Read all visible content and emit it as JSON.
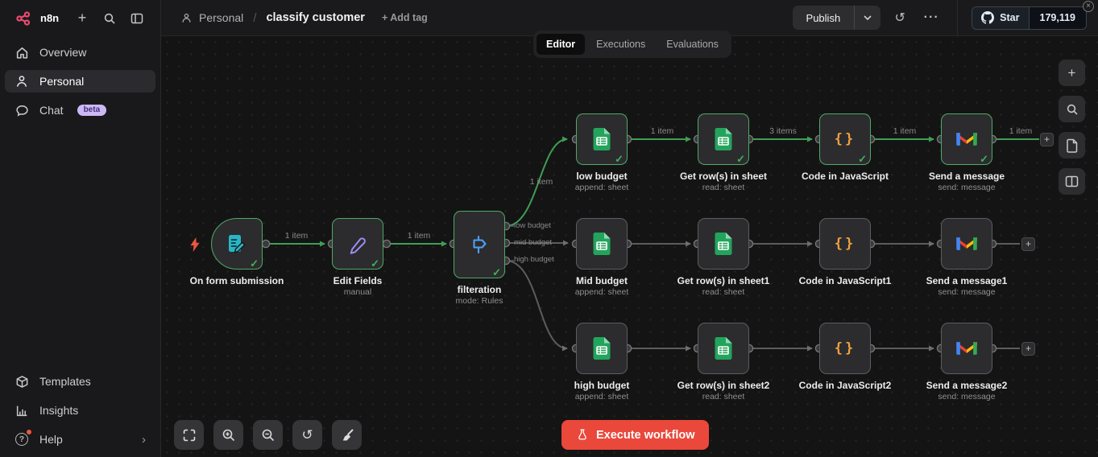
{
  "topbar": {
    "logo_text": "n8n",
    "breadcrumb": {
      "project": "Personal",
      "workflow": "classify customer",
      "add_tag_label": "+ Add tag"
    },
    "publish_label": "Publish",
    "github_star": {
      "label": "Star",
      "count": "179,119"
    }
  },
  "sidebar": {
    "items": [
      {
        "label": "Overview"
      },
      {
        "label": "Personal"
      },
      {
        "label": "Chat",
        "badge": "beta"
      }
    ],
    "bottom_items": [
      {
        "label": "Templates"
      },
      {
        "label": "Insights"
      },
      {
        "label": "Help"
      }
    ]
  },
  "tabs": [
    {
      "label": "Editor",
      "active": true
    },
    {
      "label": "Executions",
      "active": false
    },
    {
      "label": "Evaluations",
      "active": false
    }
  ],
  "canvas": {
    "nodes": [
      {
        "name": "On form submission",
        "sub": "",
        "icon": "form-trigger-icon",
        "executed": true
      },
      {
        "name": "Edit Fields",
        "sub": "manual",
        "icon": "edit-pencil-icon",
        "executed": true
      },
      {
        "name": "filteration",
        "sub": "mode: Rules",
        "icon": "switch-icon",
        "executed": true
      },
      {
        "name": "low budget",
        "sub": "append: sheet",
        "icon": "google-sheets-icon",
        "executed": true
      },
      {
        "name": "Get row(s) in sheet",
        "sub": "read: sheet",
        "icon": "google-sheets-icon",
        "executed": true
      },
      {
        "name": "Code in JavaScript",
        "sub": "",
        "icon": "code-icon",
        "executed": true
      },
      {
        "name": "Send a message",
        "sub": "send: message",
        "icon": "gmail-icon",
        "executed": true
      },
      {
        "name": "Mid budget",
        "sub": "append: sheet",
        "icon": "google-sheets-icon",
        "executed": false
      },
      {
        "name": "Get row(s) in sheet1",
        "sub": "read: sheet",
        "icon": "google-sheets-icon",
        "executed": false
      },
      {
        "name": "Code in JavaScript1",
        "sub": "",
        "icon": "code-icon",
        "executed": false
      },
      {
        "name": "Send a message1",
        "sub": "send: message",
        "icon": "gmail-icon",
        "executed": false
      },
      {
        "name": "high budget",
        "sub": "append: sheet",
        "icon": "google-sheets-icon",
        "executed": false
      },
      {
        "name": "Get row(s) in sheet2",
        "sub": "read: sheet",
        "icon": "google-sheets-icon",
        "executed": false
      },
      {
        "name": "Code in JavaScript2",
        "sub": "",
        "icon": "code-icon",
        "executed": false
      },
      {
        "name": "Send a message2",
        "sub": "send: message",
        "icon": "gmail-icon",
        "executed": false
      }
    ],
    "edge_labels": [
      "1 item",
      "1 item",
      "1 item",
      "1 item",
      "3 items",
      "1 item",
      "1 item"
    ],
    "switch_outputs": [
      "low budget",
      "mid budget",
      "high budget"
    ],
    "execute_button_label": "Execute workflow"
  },
  "icons": {
    "plus": "+",
    "close": "×",
    "ellipsis": "···",
    "history": "↺",
    "undo": "↺",
    "check": "✓",
    "chevron_right": "›",
    "question": "?",
    "slash": "/",
    "code_braces": "{}"
  },
  "colors": {
    "brand_pink": "#ea4b71",
    "success_green": "#4fa869",
    "execute_red": "#e9483b",
    "gmail_colors": [
      "#4285f4",
      "#34a853",
      "#ea4335",
      "#fbbc04"
    ],
    "sheets_green": "#23a45c",
    "code_orange": "#f0a13e",
    "switch_blue": "#4f9ff0",
    "form_teal": "#28b6c6",
    "edit_purple": "#9d8cf5"
  }
}
